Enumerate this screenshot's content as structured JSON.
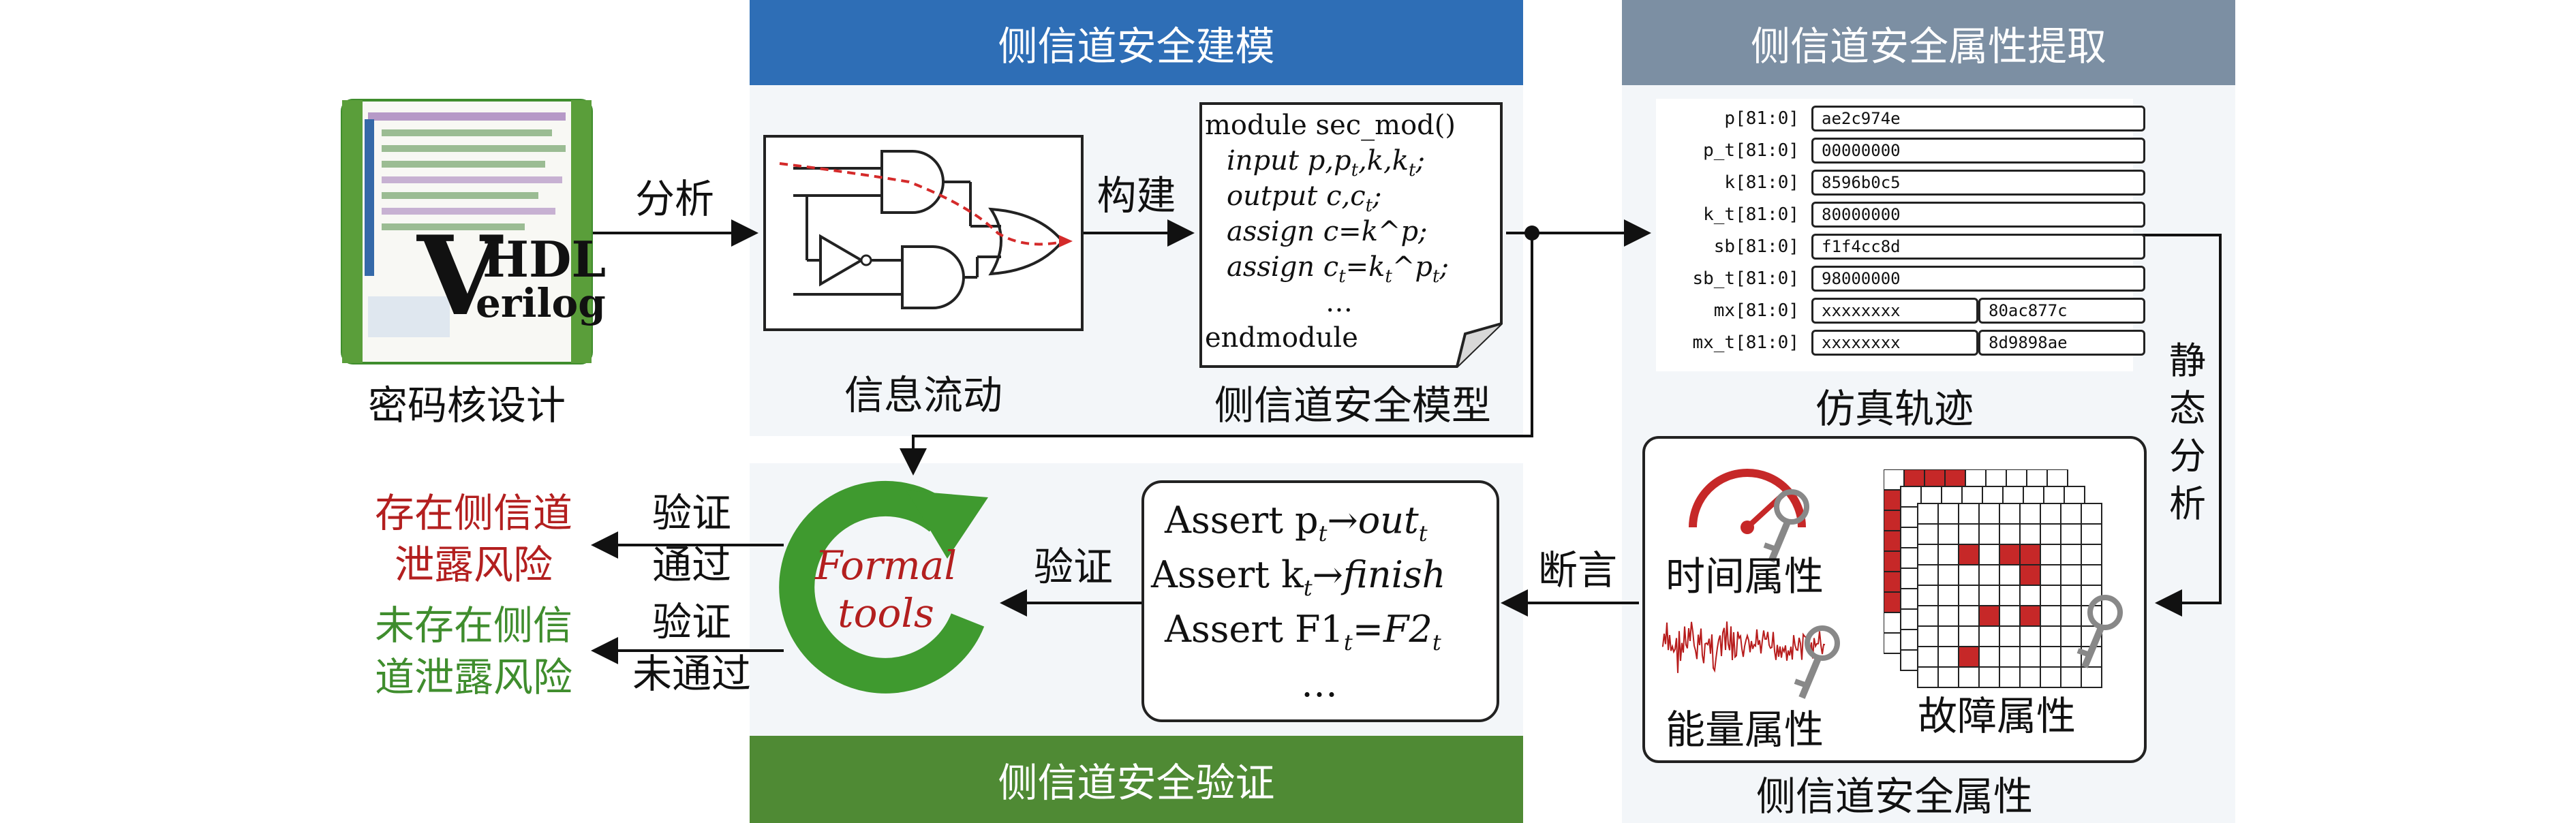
{
  "colors": {
    "modeling_header": "#2e6eb6",
    "extraction_header": "#7c8fa3",
    "verification_header": "#4f8a34",
    "danger": "#b31f1f",
    "safe": "#3f8d2d",
    "formal_green": "#3f9a2f"
  },
  "headers": {
    "modeling": "侧信道安全建模",
    "extraction": "侧信道安全属性提取",
    "verification": "侧信道安全验证"
  },
  "left": {
    "logo_vhdl": "HDL",
    "logo_verilog": "erilog",
    "logo_v": "V",
    "caption": "密码核设计",
    "arrow_label": "分析"
  },
  "infoflow": {
    "caption": "信息流动",
    "arrow_label": "构建"
  },
  "model": {
    "caption": "侧信道安全模型",
    "line1": "module sec_mod()",
    "line2": "input p,p",
    "line2_sub": "t",
    "line2_rest": ",k,k",
    "line2_sub2": "t",
    "line2_end": ";",
    "line3": "output c,c",
    "line3_sub": "t",
    "line3_end": ";",
    "line4": "assign c=k^p;",
    "line5": "assign c",
    "line5_sub": "t",
    "line5_rest": "=k",
    "line5_sub2": "t",
    "line5_mid": "^p",
    "line5_sub3": "t",
    "line5_end": ";",
    "line6": "…",
    "line7": "endmodule"
  },
  "trace": {
    "caption": "仿真轨迹",
    "rows": [
      {
        "name": "p[81:0]",
        "value": "ae2c974e"
      },
      {
        "name": "p_t[81:0]",
        "value": "00000000"
      },
      {
        "name": "k[81:0]",
        "value": "8596b0c5"
      },
      {
        "name": "k_t[81:0]",
        "value": "80000000"
      },
      {
        "name": "sb[81:0]",
        "value": "f1f4cc8d"
      },
      {
        "name": "sb_t[81:0]",
        "value": "98000000"
      },
      {
        "name": "mx[81:0]",
        "value": "xxxxxxxx",
        "value2": "80ac877c"
      },
      {
        "name": "mx_t[81:0]",
        "value": "xxxxxxxx",
        "value2": "8d9898ae"
      }
    ]
  },
  "static_analysis": {
    "line1": "静",
    "line2": "态",
    "line3": "分",
    "line4": "析"
  },
  "properties": {
    "timing": "时间属性",
    "power": "能量属性",
    "fault": "故障属性",
    "caption": "侧信道安全属性",
    "arrow_label": "断言"
  },
  "assert": {
    "line1": "Assert p",
    "line1_sub": "t",
    "line1_rest": "→out",
    "line1_sub2": "t",
    "line2": "Assert k",
    "line2_sub": "t",
    "line2_rest": "→finish",
    "line3": "Assert F1",
    "line3_sub": "t",
    "line3_rest": "=F2",
    "line3_sub2": "t",
    "line4": "…",
    "arrow_label": "验证"
  },
  "formal": {
    "line1": "Formal",
    "line2": "tools"
  },
  "results": {
    "pass_label1": "验证",
    "pass_label2": "通过",
    "fail_label1": "验证",
    "fail_label2": "未通过",
    "leak_line1": "存在侧信道",
    "leak_line2": "泄露风险",
    "safe_line1": "未存在侧信",
    "safe_line2": "道泄露风险"
  }
}
